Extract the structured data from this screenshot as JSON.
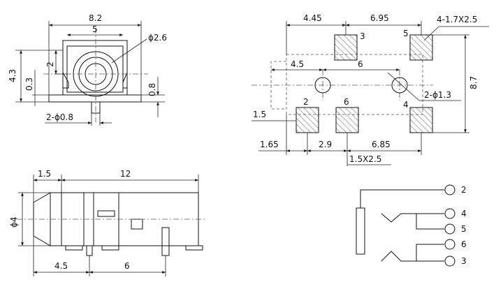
{
  "top_view": {
    "width": "8.2",
    "inner_width": "5",
    "bore_diameter": "ϕ2.6",
    "total_height": "4.3",
    "offset_top": "2",
    "offset_small": "0.3",
    "pin_height": "0.8",
    "post_diameter": "2-ϕ0.8"
  },
  "footprint": {
    "pad_spacing_left": "4.45",
    "pad_spacing_right": "6.95",
    "pad_size": "4-1.7X2.5",
    "hole_spacing_left": "4.5",
    "hole_spacing_right": "6",
    "hole_diameter": "2-ϕ1.3",
    "height": "8.7",
    "row_offset": "1.5",
    "edge_offset": "1.65",
    "pad_pitch_1": "2.9",
    "pad_pitch_2": "6.85",
    "bottom_pad_size": "1.5X2.5",
    "pad_numbers": [
      "3",
      "5",
      "2",
      "6",
      "4"
    ]
  },
  "side_view": {
    "front_length": "1.5",
    "body_length": "12",
    "diameter": "ϕ4",
    "pin_offset": "4.5",
    "pin_spacing": "6"
  },
  "schematic": {
    "terminals": [
      "2",
      "4",
      "5",
      "6",
      "3"
    ]
  }
}
